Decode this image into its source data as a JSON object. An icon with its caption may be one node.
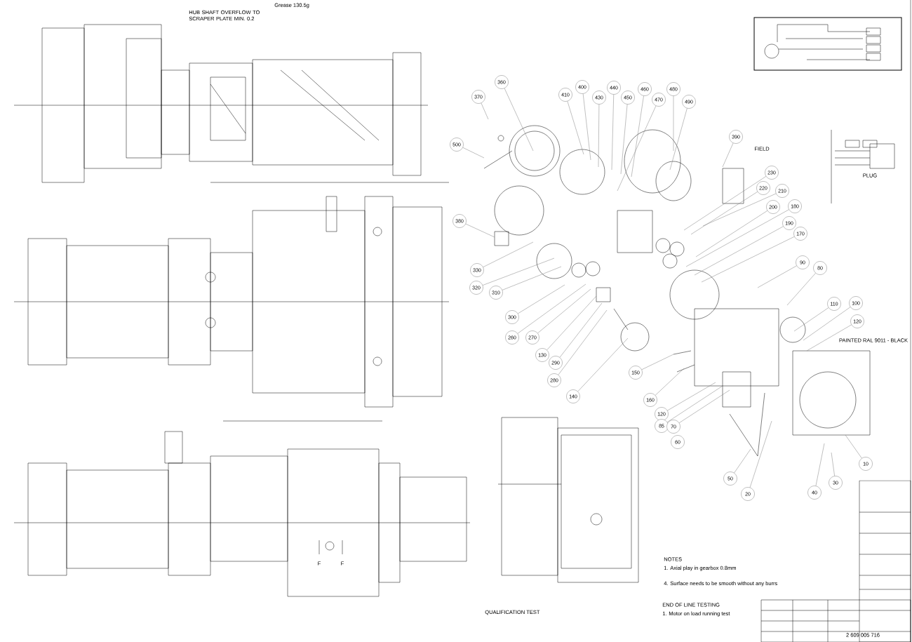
{
  "diagram": {
    "nodes": [
      {
        "text": [
          "370"
        ]
      },
      {
        "text": [
          "360"
        ]
      },
      {
        "text": [
          "500"
        ]
      },
      {
        "text": [
          "410"
        ]
      },
      {
        "text": [
          "400"
        ]
      },
      {
        "text": [
          "430"
        ]
      },
      {
        "text": [
          "440"
        ]
      },
      {
        "text": [
          "450"
        ]
      },
      {
        "text": [
          "460"
        ]
      },
      {
        "text": [
          "470"
        ]
      },
      {
        "text": [
          "480"
        ]
      },
      {
        "text": [
          "490"
        ]
      },
      {
        "text": [
          "390"
        ]
      },
      {
        "text": [
          "230"
        ]
      },
      {
        "text": [
          "220"
        ]
      },
      {
        "text": [
          "210"
        ]
      },
      {
        "text": [
          "200"
        ]
      },
      {
        "text": [
          "180"
        ]
      },
      {
        "text": [
          "190"
        ]
      },
      {
        "text": [
          "170"
        ]
      },
      {
        "text": [
          "380"
        ]
      },
      {
        "text": [
          "330"
        ]
      },
      {
        "text": [
          "320"
        ]
      },
      {
        "text": [
          "310"
        ]
      },
      {
        "text": [
          "300"
        ]
      },
      {
        "text": [
          "260"
        ]
      },
      {
        "text": [
          "270"
        ]
      },
      {
        "text": [
          "130"
        ]
      },
      {
        "text": [
          "290"
        ]
      },
      {
        "text": [
          "280"
        ]
      },
      {
        "text": [
          "140"
        ]
      },
      {
        "text": [
          "150"
        ]
      },
      {
        "text": [
          "160"
        ]
      },
      {
        "text": [
          "120"
        ]
      },
      {
        "text": [
          "85"
        ]
      },
      {
        "text": [
          "70"
        ]
      },
      {
        "text": [
          "60"
        ]
      },
      {
        "text": [
          "90"
        ]
      },
      {
        "text": [
          "80"
        ]
      },
      {
        "text": [
          "110"
        ]
      },
      {
        "text": [
          "100"
        ]
      },
      {
        "text": [
          "120"
        ]
      },
      {
        "text": [
          "50"
        ]
      },
      {
        "text": [
          "20"
        ]
      },
      {
        "text": [
          "40"
        ]
      },
      {
        "text": [
          "30"
        ]
      },
      {
        "text": [
          "10"
        ]
      }
    ],
    "edges": [
      {
        "from": 0,
        "to": null,
        "arrow": "none"
      },
      {
        "from": 1,
        "to": null,
        "arrow": "none"
      },
      {
        "from": 2,
        "to": null,
        "arrow": "none"
      },
      {
        "from": 3,
        "to": null,
        "arrow": "none"
      },
      {
        "from": 4,
        "to": null,
        "arrow": "none"
      },
      {
        "from": 5,
        "to": null,
        "arrow": "none"
      },
      {
        "from": 6,
        "to": null,
        "arrow": "none"
      },
      {
        "from": 7,
        "to": null,
        "arrow": "none"
      },
      {
        "from": 8,
        "to": null,
        "arrow": "none"
      },
      {
        "from": 9,
        "to": null,
        "arrow": "none"
      },
      {
        "from": 10,
        "to": null,
        "arrow": "none"
      },
      {
        "from": 11,
        "to": null,
        "arrow": "none"
      },
      {
        "from": 12,
        "to": null,
        "arrow": "none"
      },
      {
        "from": 13,
        "to": null,
        "arrow": "none"
      },
      {
        "from": 14,
        "to": null,
        "arrow": "none"
      },
      {
        "from": 15,
        "to": null,
        "arrow": "none"
      },
      {
        "from": 16,
        "to": null,
        "arrow": "none"
      },
      {
        "from": 17,
        "to": null,
        "arrow": "none"
      },
      {
        "from": 18,
        "to": null,
        "arrow": "none"
      },
      {
        "from": 19,
        "to": null,
        "arrow": "none"
      },
      {
        "from": 20,
        "to": null,
        "arrow": "none"
      },
      {
        "from": 21,
        "to": null,
        "arrow": "none"
      },
      {
        "from": 22,
        "to": null,
        "arrow": "none"
      },
      {
        "from": 23,
        "to": null,
        "arrow": "none"
      },
      {
        "from": 24,
        "to": null,
        "arrow": "none"
      },
      {
        "from": 25,
        "to": null,
        "arrow": "none"
      },
      {
        "from": 26,
        "to": null,
        "arrow": "none"
      },
      {
        "from": 27,
        "to": null,
        "arrow": "none"
      },
      {
        "from": 28,
        "to": null,
        "arrow": "none"
      },
      {
        "from": 29,
        "to": null,
        "arrow": "none"
      },
      {
        "from": 30,
        "to": null,
        "arrow": "none"
      },
      {
        "from": 31,
        "to": null,
        "arrow": "none"
      },
      {
        "from": 32,
        "to": null,
        "arrow": "none"
      },
      {
        "from": 33,
        "to": null,
        "arrow": "none"
      },
      {
        "from": 34,
        "to": null,
        "arrow": "none"
      },
      {
        "from": 35,
        "to": null,
        "arrow": "none"
      },
      {
        "from": 37,
        "to": null,
        "arrow": "none"
      },
      {
        "from": 38,
        "to": null,
        "arrow": "none"
      },
      {
        "from": 39,
        "to": null,
        "arrow": "none"
      },
      {
        "from": 40,
        "to": null,
        "arrow": "none"
      },
      {
        "from": 41,
        "to": null,
        "arrow": "none"
      },
      {
        "from": 42,
        "to": null,
        "arrow": "none"
      },
      {
        "from": 43,
        "to": null,
        "arrow": "none"
      },
      {
        "from": 44,
        "to": null,
        "arrow": "none"
      },
      {
        "from": 45,
        "to": null,
        "arrow": "none"
      },
      {
        "from": 46,
        "to": null,
        "arrow": "none"
      }
    ],
    "labels": [
      "HUB SHAFT OVERFLOW TO SCRAPER PLATE MIN. 0.2",
      "Grease 130.5g",
      "FIELD",
      "PLUG",
      "PAINTED RAL 9011 - BLACK",
      "F",
      "F",
      "NOTES",
      "1. Axial play in gearbox 0.8mm",
      "4. Surface needs to be smooth without any burrs",
      "QUALIFICATION TEST",
      "END OF LINE TESTING",
      "1. Motor on load running test",
      "2 609 005 716"
    ]
  }
}
